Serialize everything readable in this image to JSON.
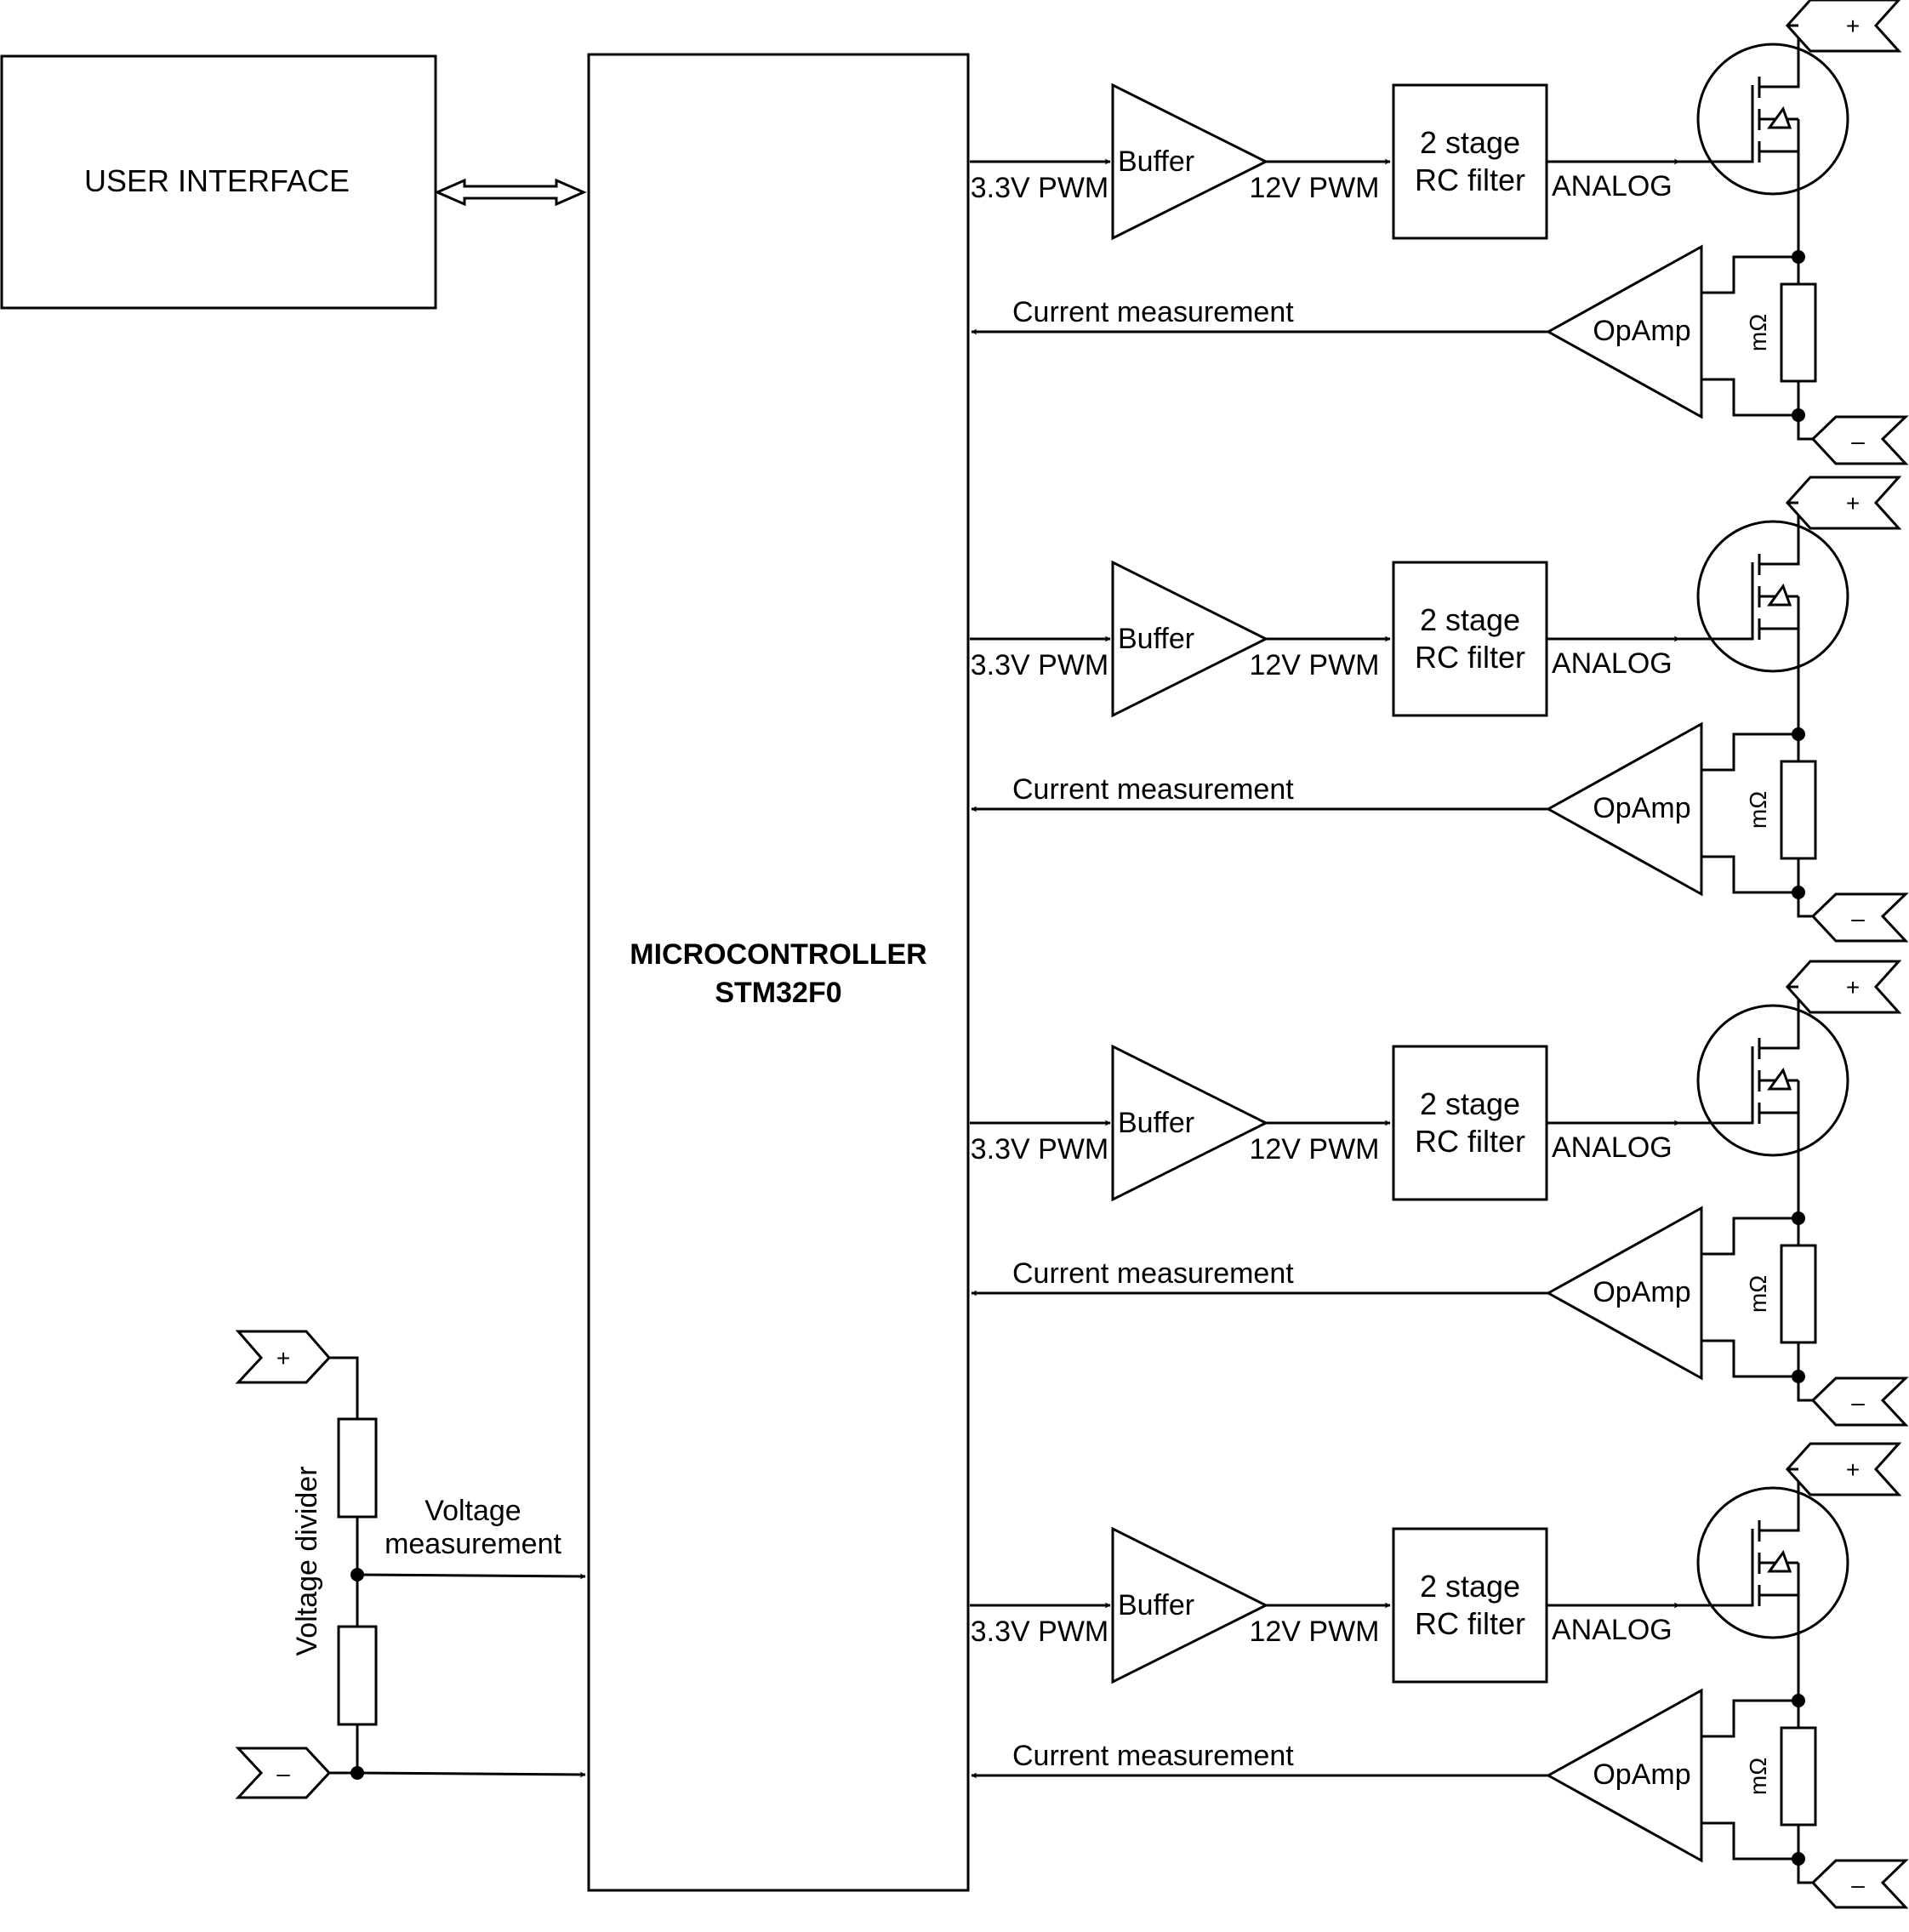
{
  "user_interface": {
    "label": "USER INTERFACE"
  },
  "microcontroller": {
    "line1": "MICROCONTROLLER",
    "line2": "STM32F0"
  },
  "channels": [
    {
      "pwm_in": "3.3V PWM",
      "buffer": "Buffer",
      "pwm_out": "12V PWM",
      "filter_line1": "2 stage",
      "filter_line2": "RC filter",
      "analog": "ANALOG",
      "opamp": "OpAmp",
      "current": "Current measurement",
      "shunt": "mΩ",
      "plus": "+",
      "minus": "–"
    },
    {
      "pwm_in": "3.3V PWM",
      "buffer": "Buffer",
      "pwm_out": "12V PWM",
      "filter_line1": "2 stage",
      "filter_line2": "RC filter",
      "analog": "ANALOG",
      "opamp": "OpAmp",
      "current": "Current measurement",
      "shunt": "mΩ",
      "plus": "+",
      "minus": "–"
    },
    {
      "pwm_in": "3.3V PWM",
      "buffer": "Buffer",
      "pwm_out": "12V PWM",
      "filter_line1": "2 stage",
      "filter_line2": "RC filter",
      "analog": "ANALOG",
      "opamp": "OpAmp",
      "current": "Current measurement",
      "shunt": "mΩ",
      "plus": "+",
      "minus": "–"
    },
    {
      "pwm_in": "3.3V PWM",
      "buffer": "Buffer",
      "pwm_out": "12V PWM",
      "filter_line1": "2 stage",
      "filter_line2": "RC filter",
      "analog": "ANALOG",
      "opamp": "OpAmp",
      "current": "Current measurement",
      "shunt": "mΩ",
      "plus": "+",
      "minus": "–"
    }
  ],
  "voltage": {
    "divider": "Voltage divider",
    "measurement_line1": "Voltage",
    "measurement_line2": "measurement",
    "plus": "+",
    "minus": "–"
  }
}
